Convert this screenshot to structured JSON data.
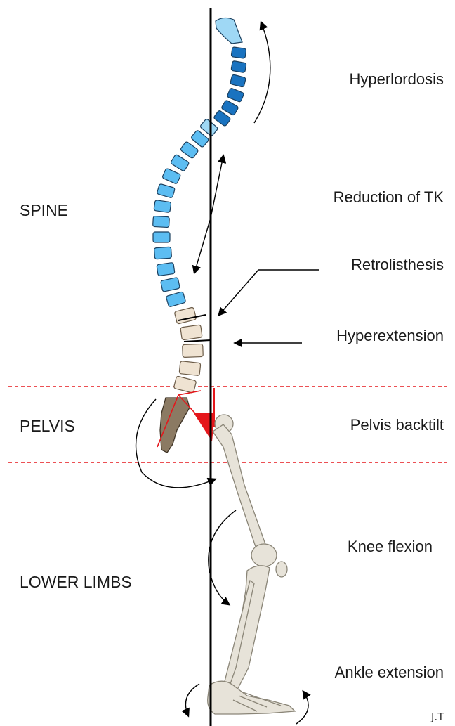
{
  "regions": {
    "spine": "SPINE",
    "pelvis": "PELVIS",
    "lower_limbs": "LOWER LIMBS"
  },
  "conditions": {
    "hyperlordosis": "Hyperlordosis",
    "reduction_tk": "Reduction of TK",
    "retrolisthesis": "Retrolisthesis",
    "hyperextension": "Hyperextension",
    "pelvis_backtilt": "Pelvis backtilt",
    "knee_flexion": "Knee flexion",
    "ankle_extension": "Ankle extension"
  },
  "signature": "J.T",
  "colors": {
    "cervical_light": "#9fd8f5",
    "cervical_dark": "#1a73c0",
    "thoracic": "#5cbdf2",
    "lumbar": "#efe3d2",
    "sacrum": "#8b7a63",
    "bone": "#e7e3d9",
    "plumb_line": "#000000",
    "pelvic_marker": "#e5161b",
    "boundary": "#e5161b"
  }
}
